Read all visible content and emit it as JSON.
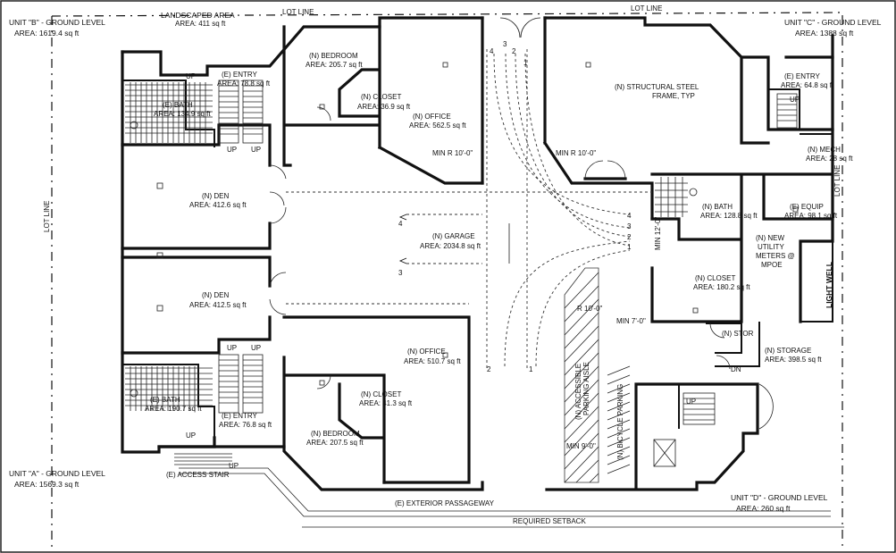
{
  "labels": {
    "unit_b": "UNIT \"B\" - GROUND LEVEL",
    "unit_b_area": "AREA: 1619.4 sq ft",
    "landscaped": "LANDSCAPED AREA",
    "landscaped_area": "AREA: 411 sq ft",
    "lot_line": "LOT LINE",
    "unit_c": "UNIT \"C\" - GROUND LEVEL",
    "unit_c_area": "AREA: 1388 sq ft",
    "b_entry": "(E) ENTRY",
    "b_entry_area": "AREA: 78.8 sq ft",
    "b_bath": "(E) BATH",
    "b_bath_area": "AREA: 134.9 sq ft",
    "bedroom_top": "(N) BEDROOM",
    "bedroom_top_area": "AREA: 205.7 sq ft",
    "closet_top": "(N) CLOSET",
    "closet_top_area": "AREA: 36.9 sq ft",
    "office_top": "(N) OFFICE",
    "office_top_area": "AREA: 562.5 sq ft",
    "minr_left": "MIN R 10'-0\"",
    "minr_right": "MIN R 10'-0\"",
    "steel": "(N) STRUCTURAL STEEL",
    "steel2": "FRAME, TYP",
    "c_entry": "(E) ENTRY",
    "c_entry_area": "AREA: 64.8 sq ft",
    "mech": "(N) MECH",
    "mech_area": "AREA: 28 sq ft",
    "den_top": "(N) DEN",
    "den_top_area": "AREA: 412.6 sq ft",
    "garage": "(N) GARAGE",
    "garage_area": "AREA: 2034.8 sq ft",
    "bath_n": "(N) BATH",
    "bath_n_area": "AREA: 128.8 sq ft",
    "equip": "(E) EQUIP",
    "equip_area": "AREA: 98.1 sq ft",
    "meters1": "(N) NEW",
    "meters2": "UTILITY",
    "meters3": "METERS @",
    "meters4": "MPOE",
    "closet_n": "(N) CLOSET",
    "closet_n_area": "AREA: 180.2 sq ft",
    "min12": "MIN 12'-0\"",
    "light_well": "LIGHT WELL",
    "den_bot": "(N) DEN",
    "den_bot_area": "AREA: 412.5 sq ft",
    "r10": "R 10'-0\"",
    "min7": "MIN 7'-0\"",
    "stor": "(N) STOR",
    "storage": "(N) STORAGE",
    "storage_area": "AREA: 398.5 sq ft",
    "office_bot": "(N) OFFICE",
    "office_bot_area": "AREA: 510.7 sq ft",
    "closet_bot": "(N) CLOSET",
    "closet_bot_area": "AREA: 41.3 sq ft",
    "a_bath": "(E) BATH",
    "a_bath_area": "AREA: 190.7 sq ft",
    "a_entry": "(E) ENTRY",
    "a_entry_area": "AREA: 76.8 sq ft",
    "bedroom_bot": "(N) BEDROOM",
    "bedroom_bot_area": "AREA: 207.5 sq ft",
    "accessible": "(N) ACCESSIBLE",
    "parking_aisle": "PARKING AISLE",
    "bicycle": "(N) BICYCLE PARKING",
    "min9": "MIN 9'-0\"",
    "unit_a": "UNIT \"A\" - GROUND LEVEL",
    "unit_a_area": "AREA: 1569.3 sq ft",
    "access_stair": "(E) ACCESS STAIR",
    "passageway": "(E) EXTERIOR PASSAGEWAY",
    "setback": "REQUIRED SETBACK",
    "unit_d": "UNIT \"D\" - GROUND LEVEL",
    "unit_d_area": "AREA: 260 sq ft",
    "up": "UP",
    "dn": "DN",
    "n1": "1",
    "n2": "2",
    "n3": "3",
    "n4": "4"
  }
}
